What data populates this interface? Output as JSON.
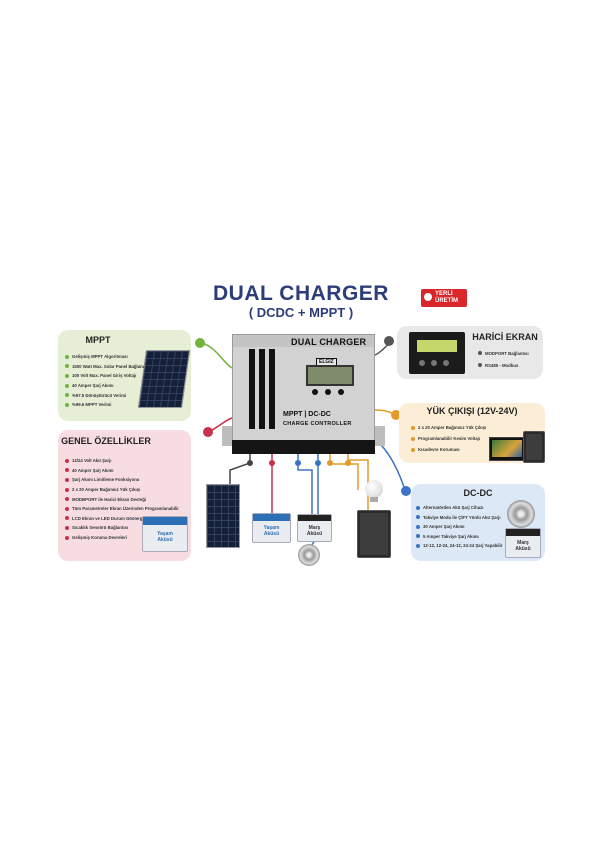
{
  "title": "DUAL CHARGER",
  "subtitle": "( DCDC + MPPT )",
  "badge": {
    "line1": "YERLİ",
    "line2": "ÜRETİM"
  },
  "controller": {
    "name": "DUAL CHARGER",
    "logo": "ELGIZ",
    "label": "MPPT | DC-DC",
    "sublabel": "CHARGE CONTROLLER"
  },
  "panels": {
    "mppt": {
      "title": "MPPT",
      "items": [
        "Gelişmiş MPPT Algoritması",
        "1500 Watt Max. Solar Panel Bağlanabilir",
        "100 Volt Max. Panel Giriş Voltajı",
        "40 Amper Şarj Akımı",
        "%97.5 Dönüştürücü Verimi",
        "%99.6 MPPT Verimi"
      ]
    },
    "genel": {
      "title": "GENEL ÖZELLİKLER",
      "items": [
        "12/24 Volt Akü Şarjı",
        "40 Amper Şarj Akımı",
        "Şarj Akımı Limitleme Fonksiyonu",
        "2 x 20 Amper Bağımsız Yük Çıkışı",
        "MODBPORT ile Harici Ekran Desteği",
        "Tüm Parametreler Ekran Üzerinden Programlanabilir",
        "LCD Ekran ve LED Durum Göstergesi",
        "Sıcaklık Sensörü Bağlantısı",
        "Gelişmiş Koruma Devreleri"
      ]
    },
    "harici": {
      "title": "HARİCİ EKRAN",
      "items": [
        "MODPORT Bağlantısı",
        "RS485 - Modbus"
      ]
    },
    "yuk": {
      "title": "YÜK ÇIKIŞI (12V-24V)",
      "items": [
        "2 x 20 Amper Bağımsız Yük Çıkışı",
        "Programlanabilir Kesim Voltajı",
        "Kısadevre Koruması"
      ]
    },
    "dcdc": {
      "title": "DC-DC",
      "items": [
        "Alternatörden Akü Şarj Cihazı",
        "Takviye Modu ile ÇİFT Yönlü Akü Şarjı",
        "30 Amper Şarj Akımı",
        "5 Amper Takviye Şarj Akımı",
        "12-12, 12-24, 24-12, 24-24 Şarj Yapabilir"
      ]
    }
  },
  "batteries": {
    "main": {
      "line1": "Yaşam",
      "line2": "Aküsü"
    },
    "small": {
      "line1": "Yaşam",
      "line2": "Aküsü"
    },
    "start": {
      "line1": "Marş",
      "line2": "Aküsü"
    },
    "dcdc": {
      "line1": "Marş",
      "line2": "Aküsü"
    }
  },
  "colors": {
    "mppt": "#72b43c",
    "genel": "#c9304a",
    "harici": "#555555",
    "yuk": "#e39a2a",
    "dcdc": "#3d73c4",
    "title": "#2c3d7a"
  }
}
